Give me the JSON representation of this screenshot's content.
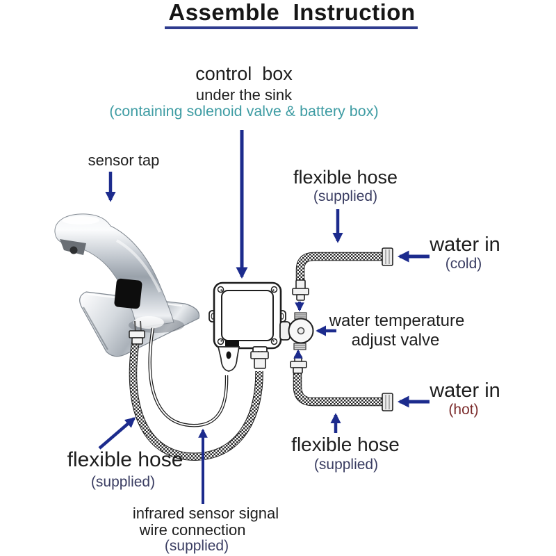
{
  "title": {
    "text": "Assemble  Instruction"
  },
  "annotations": {
    "control_box": {
      "name": "control  box",
      "location": "under the sink",
      "contents": "(containing solenoid valve & battery box)"
    },
    "sensor_tap": {
      "label": "sensor tap"
    },
    "flexible_hose_top": {
      "label": "flexible hose",
      "note": "(supplied)"
    },
    "water_in_cold": {
      "label": "water in",
      "note": "(cold)"
    },
    "water_temperature_valve": {
      "label_line1": "water temperature",
      "label_line2": "adjust valve"
    },
    "water_in_hot": {
      "label": "water in",
      "note": "(hot)"
    },
    "flexible_hose_bottom_middle": {
      "label": "flexible hose",
      "note": "(supplied)"
    },
    "flexible_hose_bottom_left": {
      "label": "flexible hose",
      "note": "(supplied)"
    },
    "infrared_wire": {
      "label_line1": "infrared sensor signal",
      "label_line2": "wire connection",
      "note": "(supplied)"
    }
  },
  "colors": {
    "arrow_navy": "#1c2b8d",
    "title_underline_navy": "#2e3b8e",
    "note_navy": "#3a3d62",
    "teal": "#3e9ca3",
    "hot_red": "#7b2b2b",
    "text_black": "#1d1d1d",
    "hose_braid_dark": "#2a2a2a"
  },
  "diagram_parts": {
    "faucet": "chrome sensor tap faucet",
    "deck_plate": "chrome deck plate",
    "sensor_window": "infrared sensor window",
    "control_box": "control box (solenoid valve & battery box)",
    "valve": "water temperature adjust valve",
    "cold_hose": "cold water flexible hose",
    "hot_hose": "hot water flexible hose",
    "faucet_hose": "faucet supply flexible hose",
    "sensor_wire": "infrared sensor signal wire"
  }
}
